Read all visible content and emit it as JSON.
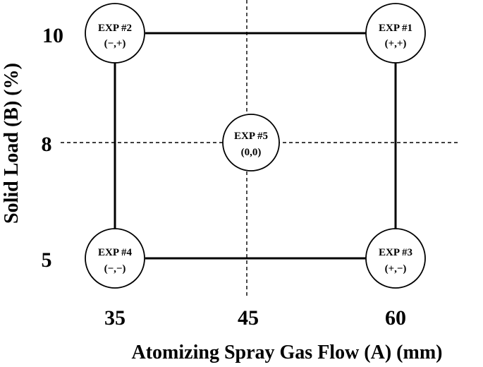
{
  "diagram": {
    "x_axis": {
      "label": "Atomizing Spray Gas Flow (A) (mm)",
      "ticks": [
        "35",
        "45",
        "60"
      ]
    },
    "y_axis": {
      "label": "Solid Load (B) (%)",
      "ticks": [
        "10",
        "8",
        "5"
      ]
    },
    "experiments": [
      {
        "name": "EXP #2",
        "code": "(−,+)"
      },
      {
        "name": "EXP #1",
        "code": "(+,+)"
      },
      {
        "name": "EXP #5",
        "code": "(0,0)"
      },
      {
        "name": "EXP #4",
        "code": "(−,−)"
      },
      {
        "name": "EXP #3",
        "code": "(+,−)"
      }
    ]
  }
}
